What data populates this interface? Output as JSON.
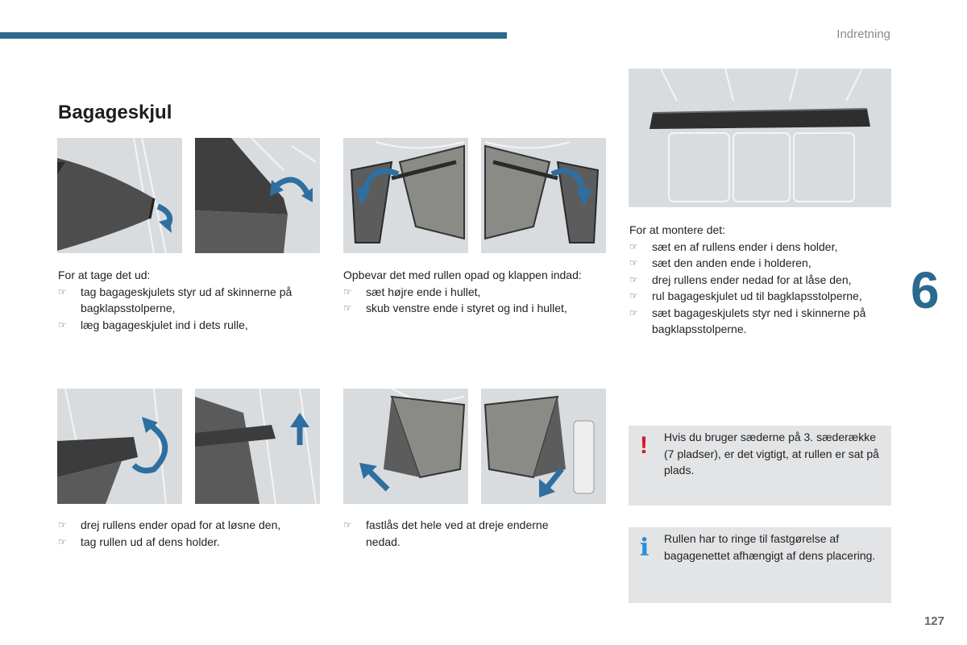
{
  "header": {
    "section": "Indretning",
    "chapter": "6",
    "page": "127"
  },
  "title": "Bagageskjul",
  "bullet_icon": "pointing-finger-icon",
  "steps": {
    "remove": {
      "intro": "For at tage det ud:",
      "items": [
        "tag bagageskjulets styr ud af skinnerne på bagklapsstolperne,",
        "læg bagageskjulet ind i dets rulle,"
      ]
    },
    "store": {
      "intro": "Opbevar det med rullen opad og klappen indad:",
      "items": [
        "sæt højre ende i hullet,",
        "skub venstre ende i styret og ind i hullet,"
      ]
    },
    "mount": {
      "intro": "For at montere det:",
      "items": [
        "sæt en af rullens ender i dens holder,",
        "sæt den anden ende i holderen,",
        "drej rullens ender nedad for at låse den,",
        "rul bagageskjulet ud til bagklapsstolperne,",
        "sæt bagageskjulets styr ned i skinnerne på bagklapsstolperne."
      ]
    },
    "release": {
      "items": [
        "drej rullens ender opad for at løsne den,",
        "tag rullen ud af dens holder."
      ]
    },
    "fold": {
      "items": [
        "fastlås det hele ved at dreje enderne nedad."
      ]
    }
  },
  "notes": {
    "warning": {
      "icon": "exclamation-icon",
      "mark": "!",
      "text": "Hvis du bruger sæderne på 3. sæderække (7 pladser), er det vigtigt, at rullen er sat på plads."
    },
    "info": {
      "icon": "info-icon",
      "mark": "i",
      "text": "Rullen har to ringe til fastgørelse af bagagenettet afhængigt af dens placering."
    }
  },
  "colors": {
    "accent": "#2b6a8c",
    "warning": "#d4162a",
    "info": "#2b8ed6",
    "note_bg": "#e3e4e6",
    "arrow": "#2f6fa0"
  }
}
